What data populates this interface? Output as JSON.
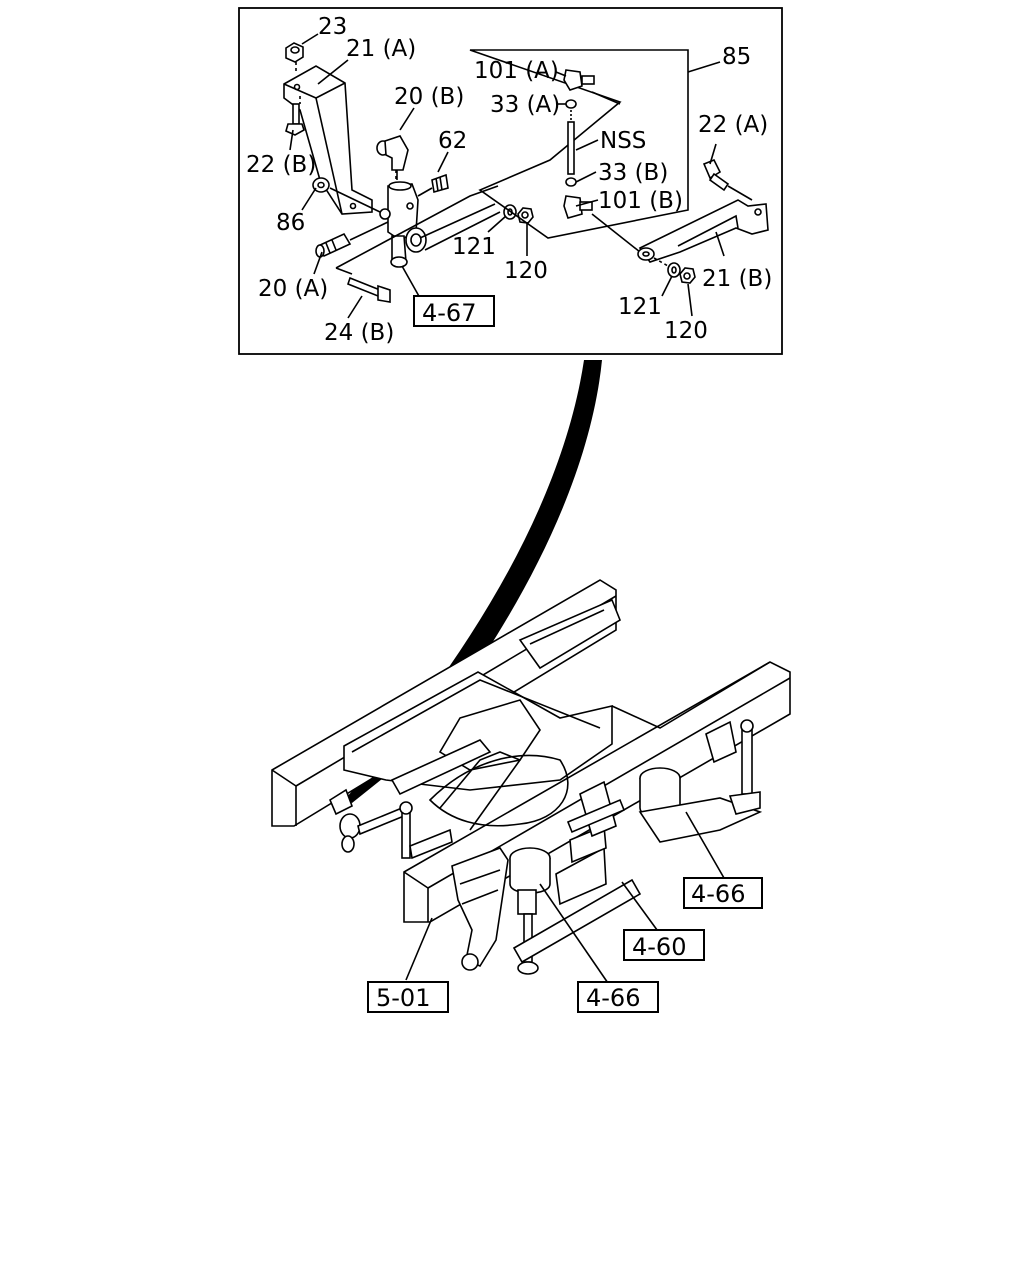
{
  "callouts": {
    "c23": "23",
    "c21a": "21 (A)",
    "c20b": "20 (B)",
    "c22b": "22 (B)",
    "c62": "62",
    "c86": "86",
    "c20a": "20 (A)",
    "c121l": "121",
    "c120l": "120",
    "c24b": "24 (B)",
    "c101a": "101 (A)",
    "c33a": "33 (A)",
    "c85": "85",
    "cnss": "NSS",
    "c33b": "33 (B)",
    "c101b": "101 (B)",
    "c22a": "22 (A)",
    "c21b": "21 (B)",
    "c121r": "121",
    "c120r": "120"
  },
  "refs": {
    "r467": "4-67",
    "r466a": "4-66",
    "r460": "4-60",
    "r501": "5-01",
    "r466b": "4-66"
  }
}
